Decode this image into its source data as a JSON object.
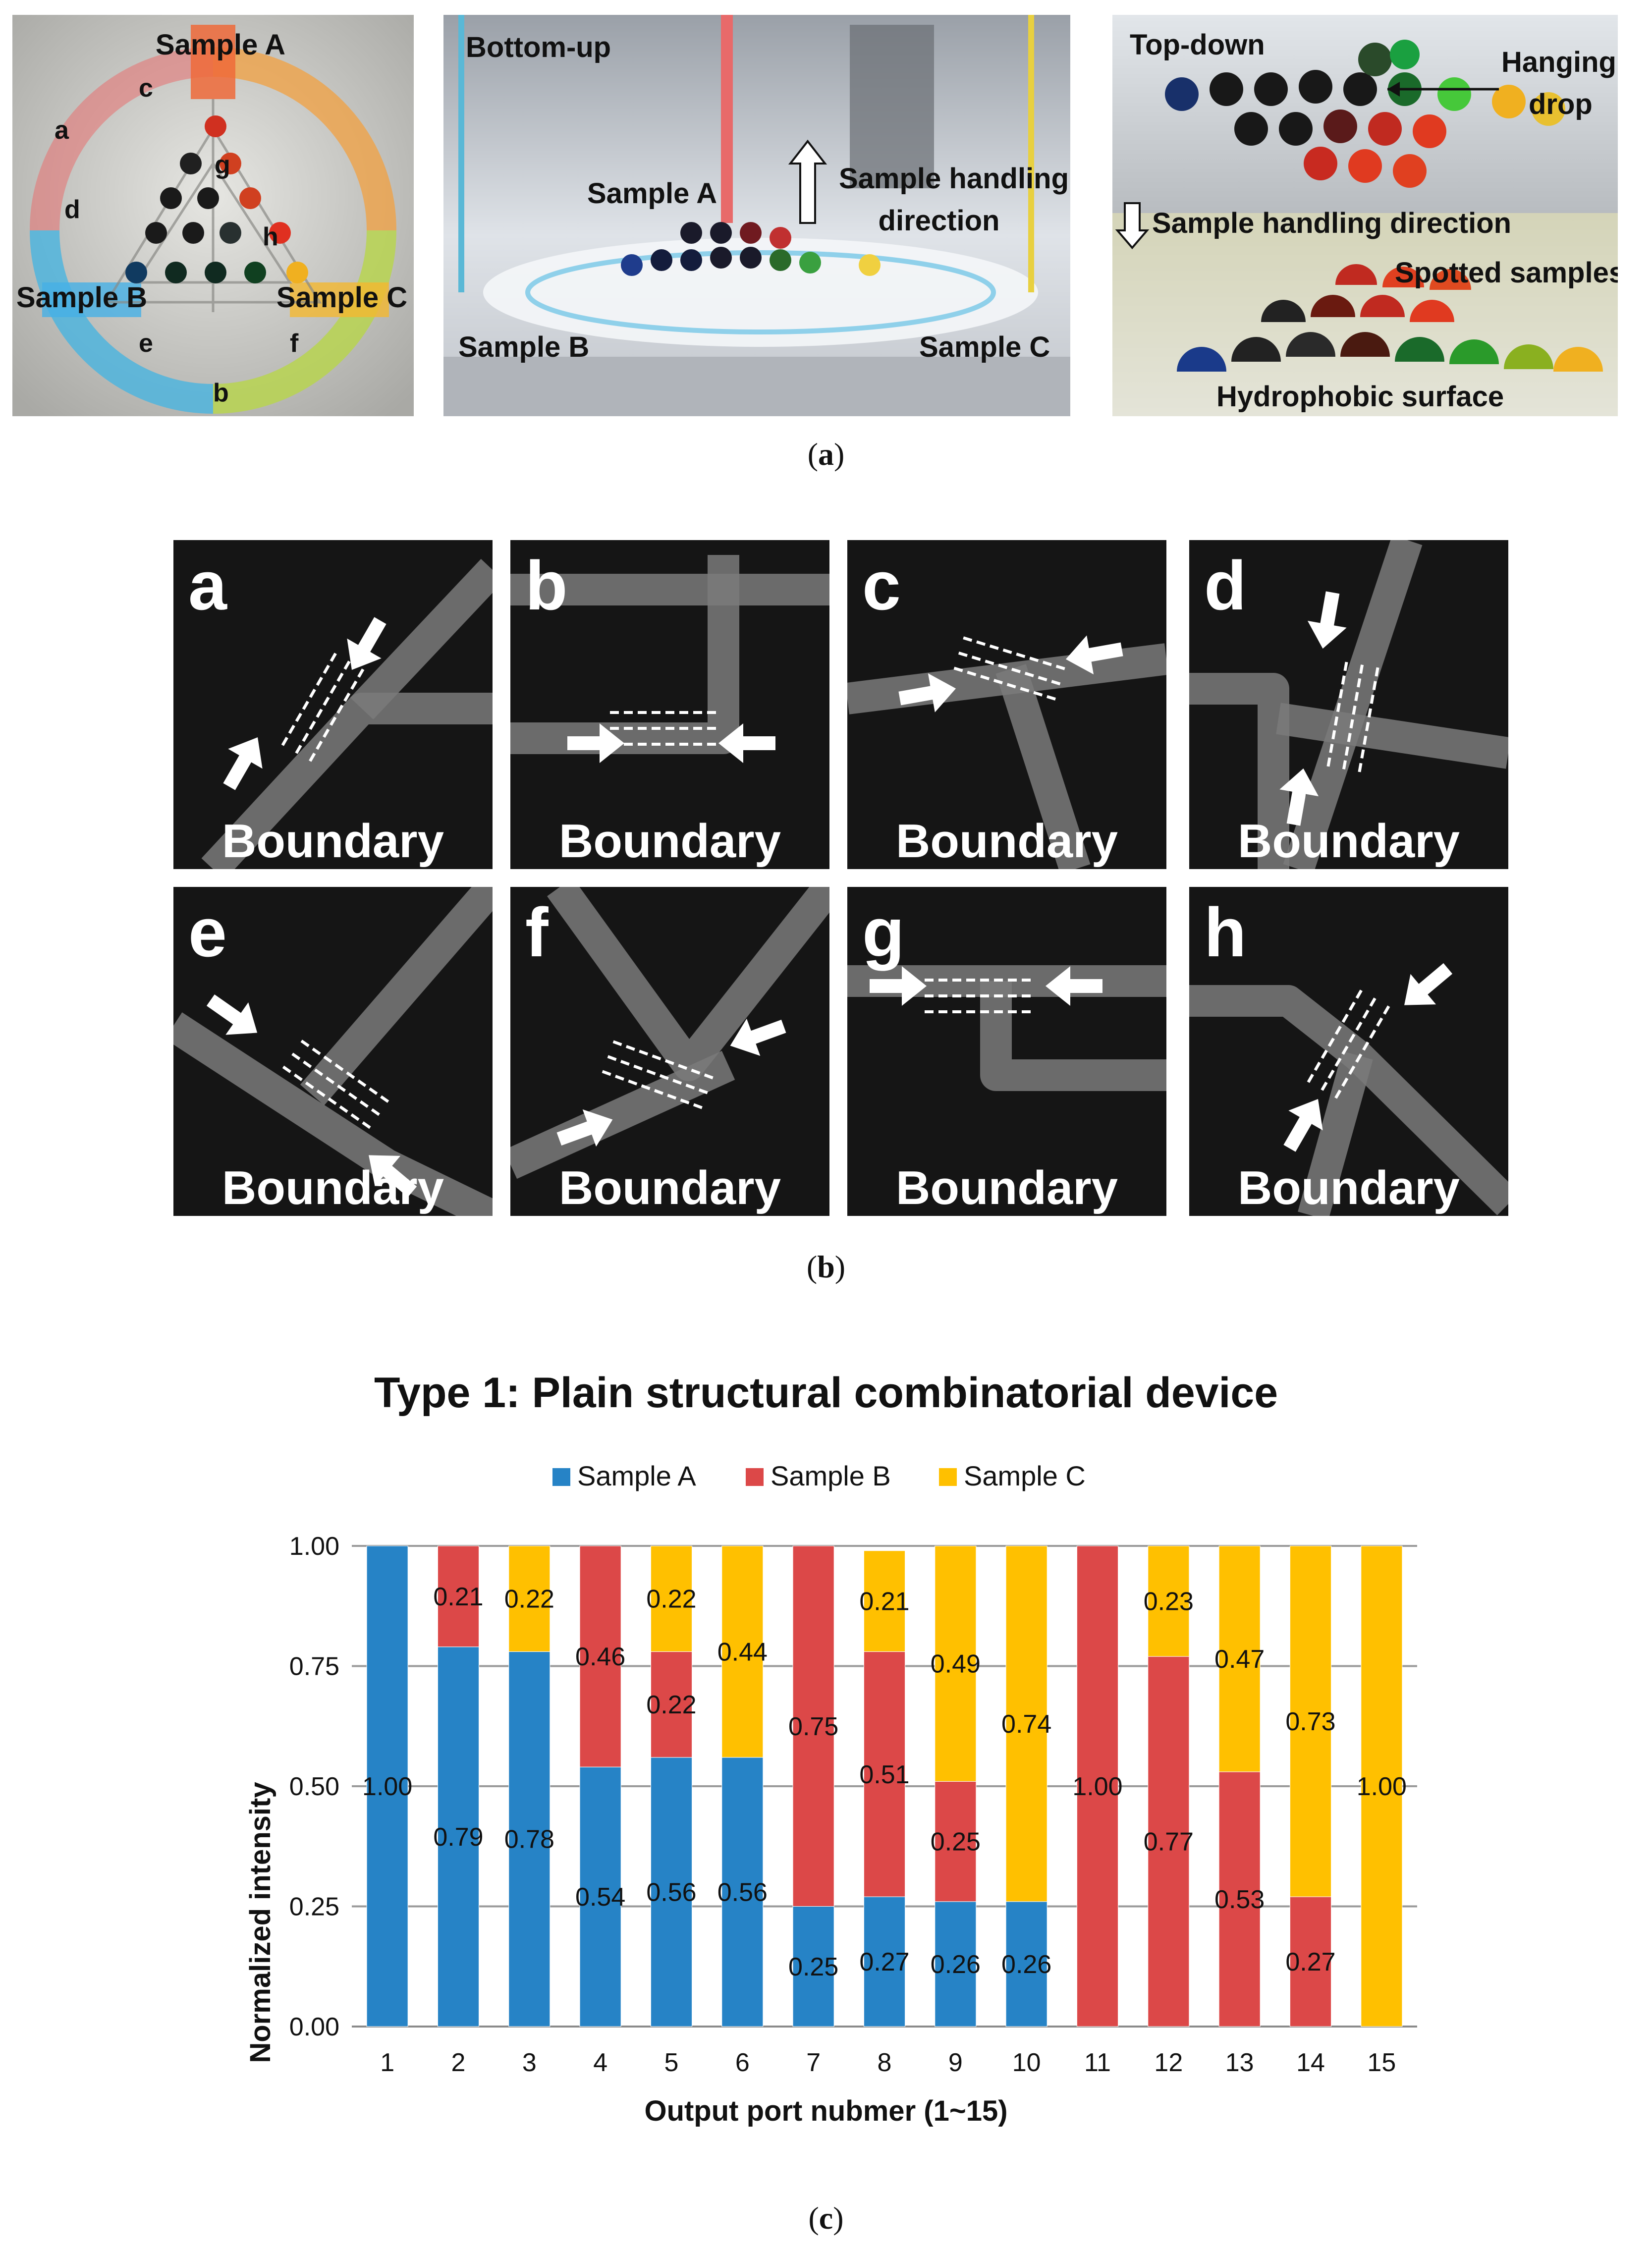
{
  "panel_a": {
    "photo1": {
      "sample_a": "Sample A",
      "sample_b": "Sample B",
      "sample_c": "Sample C",
      "letters": [
        "a",
        "b",
        "c",
        "d",
        "e",
        "f",
        "g",
        "h"
      ]
    },
    "photo2": {
      "title": "Bottom-up",
      "sample_a": "Sample A",
      "sample_b": "Sample B",
      "sample_c": "Sample C",
      "direction_line1": "Sample handling",
      "direction_line2": "direction"
    },
    "photo3": {
      "title": "Top-down",
      "hanging_line1": "Hanging",
      "hanging_line2": "drop",
      "direction": "Sample handling direction",
      "spotted": "Spotted samples",
      "surface": "Hydrophobic surface"
    },
    "caption_letter": "a"
  },
  "panel_b": {
    "tiles": [
      {
        "letter": "a",
        "label": "Boundary"
      },
      {
        "letter": "b",
        "label": "Boundary"
      },
      {
        "letter": "c",
        "label": "Boundary"
      },
      {
        "letter": "d",
        "label": "Boundary"
      },
      {
        "letter": "e",
        "label": "Boundary"
      },
      {
        "letter": "f",
        "label": "Boundary"
      },
      {
        "letter": "g",
        "label": "Boundary"
      },
      {
        "letter": "h",
        "label": "Boundary"
      }
    ],
    "caption_letter": "b"
  },
  "panel_c": {
    "caption_letter": "c"
  },
  "chart_data": {
    "type": "bar",
    "stacked": true,
    "title": "Type 1: Plain structural combinatorial device",
    "xlabel": "Output port nubmer (1~15)",
    "ylabel": "Normalized intensity",
    "ylim": [
      0,
      1
    ],
    "yticks": [
      "0.00",
      "0.25",
      "0.50",
      "0.75",
      "1.00"
    ],
    "grid": true,
    "legend_position": "top",
    "categories": [
      "1",
      "2",
      "3",
      "4",
      "5",
      "6",
      "7",
      "8",
      "9",
      "10",
      "11",
      "12",
      "13",
      "14",
      "15"
    ],
    "series": [
      {
        "name": "Sample A",
        "color": "#2683c6",
        "values": [
          1.0,
          0.79,
          0.78,
          0.54,
          0.56,
          0.56,
          0.25,
          0.27,
          0.26,
          0.26,
          0,
          0,
          0,
          0,
          0
        ]
      },
      {
        "name": "Sample B",
        "color": "#dc4848",
        "values": [
          0,
          0.21,
          0,
          0.46,
          0.22,
          0,
          0.75,
          0.51,
          0.25,
          0,
          1.0,
          0.77,
          0.53,
          0.27,
          0
        ]
      },
      {
        "name": "Sample C",
        "color": "#ffc000",
        "values": [
          0,
          0,
          0.22,
          0,
          0.22,
          0.44,
          0,
          0.21,
          0.49,
          0.74,
          0,
          0.23,
          0.47,
          0.73,
          1.0
        ]
      }
    ],
    "data_labels": [
      [
        "1.00",
        "",
        "",
        "",
        "",
        ""
      ],
      [
        "0.79",
        "0.21",
        ""
      ],
      [
        "0.78",
        "",
        "0.22"
      ],
      [
        "0.54",
        "0.46",
        ""
      ],
      [
        "0.56",
        "0.22",
        "0.22"
      ],
      [
        "0.56",
        "",
        "0.44"
      ],
      [
        "0.25",
        "0.75",
        ""
      ],
      [
        "0.27",
        "0.51",
        "0.21"
      ],
      [
        "0.26",
        "0.25",
        "0.49"
      ],
      [
        "0.26",
        "",
        "0.74"
      ],
      [
        "",
        "1.00",
        ""
      ],
      [
        "",
        "0.77",
        "0.23"
      ],
      [
        "",
        "0.53",
        "0.47"
      ],
      [
        "",
        "0.27",
        "0.73"
      ],
      [
        "",
        "",
        "1.00"
      ]
    ]
  }
}
